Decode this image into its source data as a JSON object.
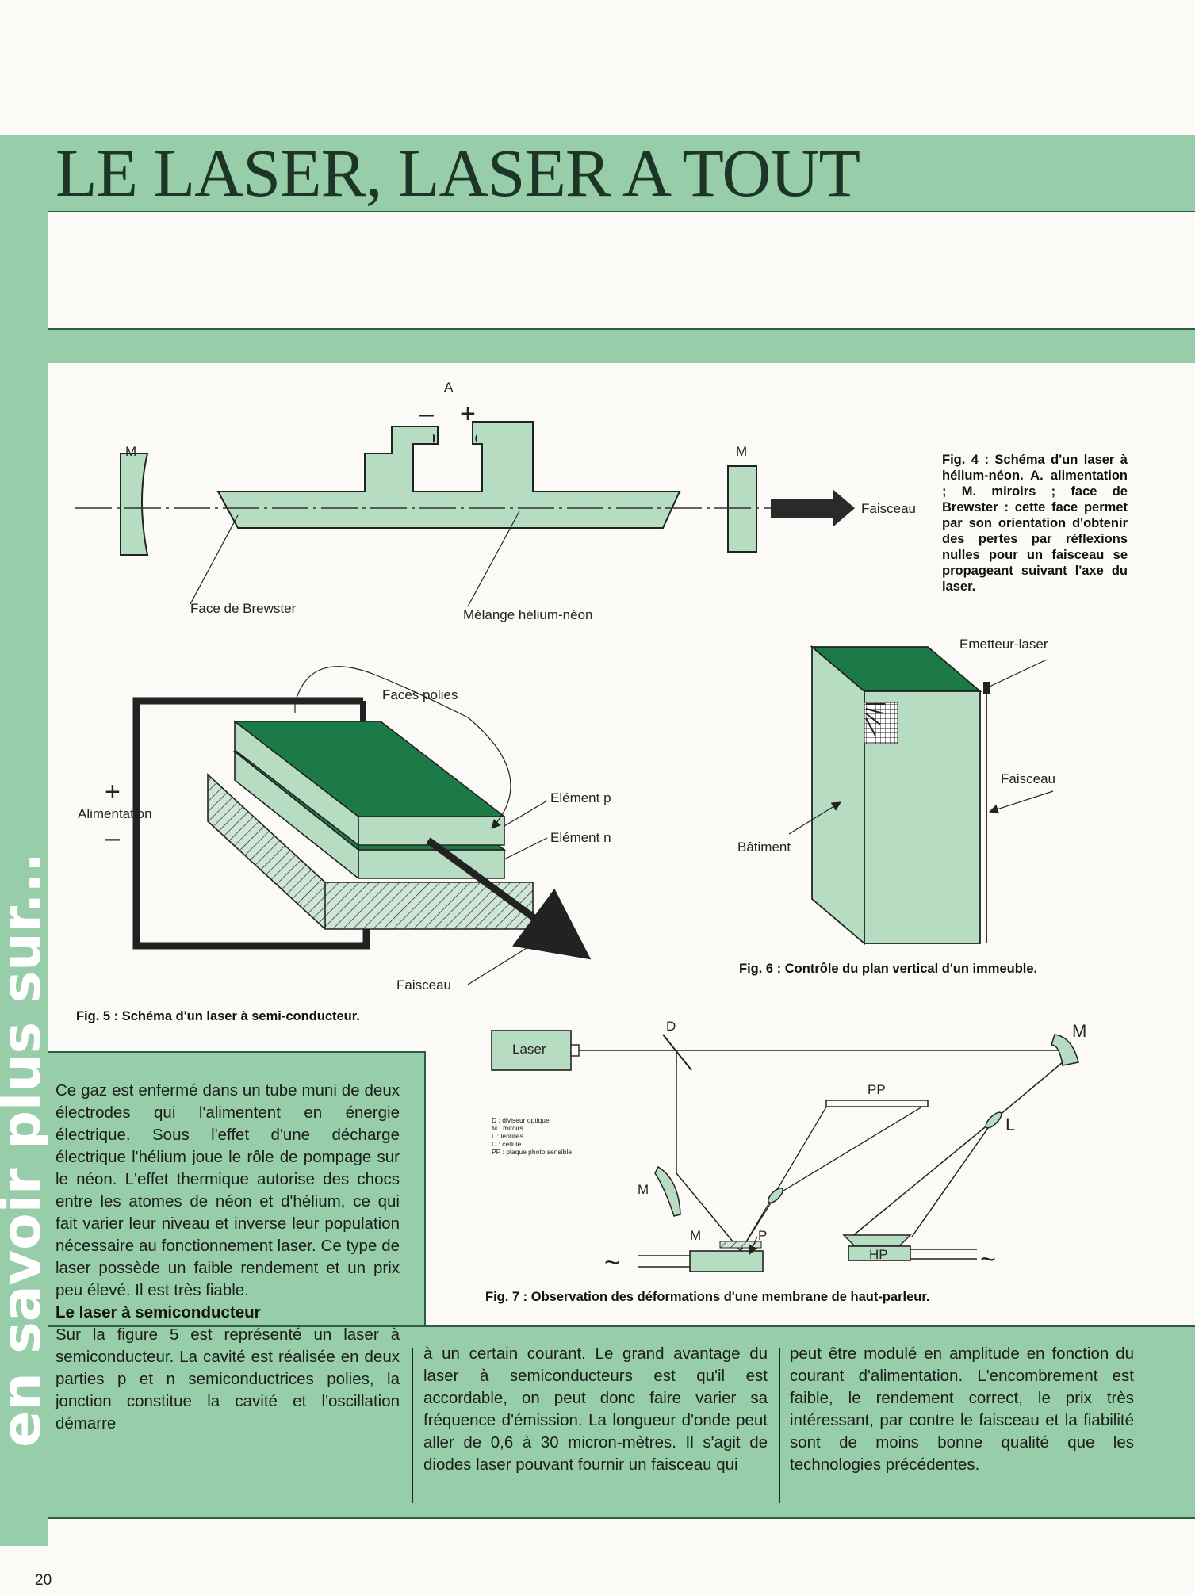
{
  "side_banner": "en savoir plus sur...",
  "title": "LE LASER, LASER A TOUT",
  "fig4": {
    "label_a": "A",
    "minus": "–",
    "plus": "+",
    "mirror_left": "M",
    "mirror_right": "M",
    "faisceau": "Faisceau",
    "face_brewster": "Face de Brewster",
    "melange": "Mélange hélium-néon",
    "caption": "Fig. 4 : Schéma d'un laser à hélium-néon. A. alimentation ; M. miroirs ; face de Brewster : cette face permet par son orientation d'obtenir des pertes par réflexions nulles pour un faisceau se propageant suivant l'axe du laser."
  },
  "fig5": {
    "faces_polies": "Faces polies",
    "plus": "+",
    "minus": "–",
    "alimentation": "Alimentation",
    "element_p": "Elément p",
    "element_n": "Elément n",
    "faisceau": "Faisceau",
    "caption": "Fig. 5 : Schéma d'un laser à semi-conducteur."
  },
  "fig6": {
    "emetteur": "Emetteur-laser",
    "faisceau": "Faisceau",
    "batiment": "Bâtiment",
    "caption": "Fig. 6 : Contrôle du plan vertical d'un immeuble."
  },
  "fig7": {
    "laser": "Laser",
    "d": "D",
    "m_top": "M",
    "pp": "PP",
    "l": "L",
    "m_left": "M",
    "m_small": "M",
    "p": "P",
    "hp": "HP",
    "tilde_left": "~",
    "tilde_right": "~",
    "legend": [
      "D : diviseur optique",
      "M : miroirs",
      "L : lentilles",
      "C : cellule",
      "PP : plaque photo sensible"
    ],
    "caption": "Fig. 7 : Observation des déformations d'une membrane de haut-parleur."
  },
  "columns": {
    "col1_p1": "Ce gaz est enfermé dans un tube muni de deux électrodes qui l'alimentent en énergie électrique. Sous l'effet d'une décharge électrique l'hélium joue le rôle de pompage sur le néon. L'effet thermique autorise des chocs entre les atomes de néon et d'hélium, ce qui fait varier leur niveau et inverse leur population nécessaire au fonctionnement laser. Ce type de laser possède un faible rendement et un prix peu élevé. Il est très fiable.",
    "col1_heading": "Le laser à semiconducteur",
    "col1_p2": "Sur la figure 5 est représenté un laser à semiconducteur. La cavité est réalisée en deux parties p et n semiconductrices polies, la jonction constitue la cavité et l'oscillation démarre",
    "col2": "à un certain courant. Le grand avantage du laser à semiconducteurs est qu'il est accordable, on peut donc faire varier sa fréquence d'émission. La longueur d'onde peut aller de 0,6 à 30 micron-mètres. Il s'agit de diodes laser pouvant fournir un faisceau qui",
    "col3": "peut être modulé en amplitude en fonction du courant d'alimentation. L'encombrement est faible, le rendement correct, le prix très intéressant, par contre le faisceau et la fiabilité sont de moins bonne qualité que les technologies précédentes."
  },
  "page_number": "20",
  "colors": {
    "green_light": "#97cda8",
    "green_dark": "#1b7a45",
    "ink": "#1c1c1c"
  }
}
